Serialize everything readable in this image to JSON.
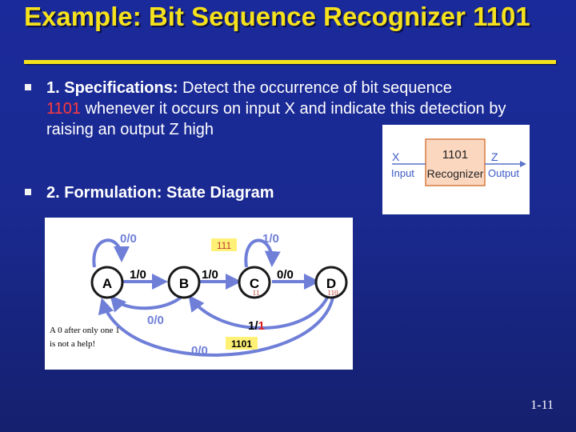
{
  "slide": {
    "title": "Example: Bit Sequence Recognizer 1101",
    "page_number": "1-11"
  },
  "bullets": [
    {
      "label": "1. Specifications:",
      "text_a": " Detect the occurrence of bit sequence",
      "sequence": "1101",
      "text_b": " whenever it occurs on input X and indicate this detection by raising an output Z high"
    },
    {
      "label": "2. Formulation: State Diagram"
    }
  ],
  "recognizer": {
    "input_name": "X",
    "input_label": "Input",
    "box_line1": "1101",
    "box_line2": "Recognizer",
    "output_name": "Z",
    "output_label": "Output"
  },
  "state_diagram": {
    "states": [
      "A",
      "B",
      "C",
      "D"
    ],
    "state_history": {
      "C": "11",
      "D": "110"
    },
    "transitions": {
      "A_self": "0/0",
      "A_to_B": "1/0",
      "B_to_C": "1/0",
      "C_self": "1/0",
      "C_to_D": "0/0",
      "B_to_A": "0/0",
      "D_to_B": "1/",
      "D_to_B_output": "1",
      "D_to_A": "0/0"
    },
    "tags": {
      "c_self": "111",
      "d_to_b": "1101"
    },
    "note_line1": "A 0 after only one 1",
    "note_line2": "is not a help!"
  }
}
